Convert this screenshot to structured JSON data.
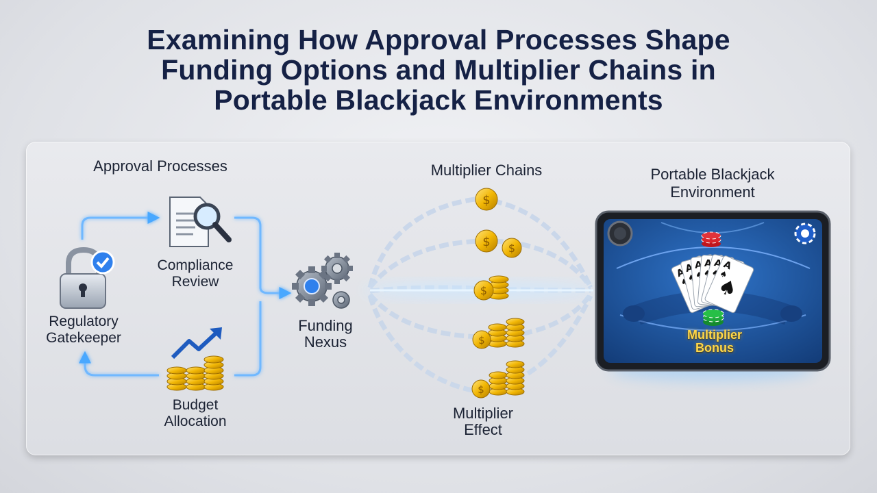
{
  "title": {
    "line1": "Examining How Approval Processes Shape",
    "line2": "Funding Options and Multiplier Chains in",
    "line3": "Portable Blackjack Environments"
  },
  "approval": {
    "header": "Approval Processes",
    "gatekeeper": [
      "Regulatory",
      "Gatekeeper"
    ],
    "compliance": [
      "Compliance",
      "Review"
    ],
    "budget": [
      "Budget",
      "Allocation"
    ]
  },
  "nexus": {
    "label": [
      "Funding",
      "Nexus"
    ]
  },
  "chains": {
    "header": "Multiplier Chains",
    "effect": [
      "Multiplier",
      "Effect"
    ]
  },
  "device": {
    "header": [
      "Portable Blackjack",
      "Environment"
    ],
    "bonus": [
      "Multiplier",
      "Bonus"
    ],
    "cards": [
      "A",
      "A",
      "A",
      "A",
      "A",
      "A"
    ]
  },
  "colors": {
    "title": "#152145",
    "arrow": "#4aa8ff",
    "coin": "#f2b705",
    "table": "#1f5aa8"
  }
}
